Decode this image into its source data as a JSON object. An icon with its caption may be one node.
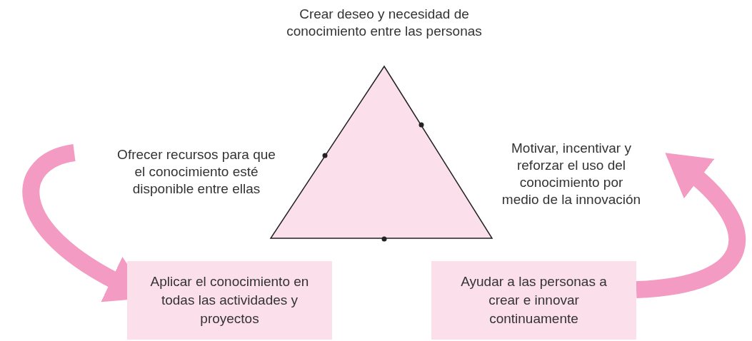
{
  "diagram": {
    "nodes": [
      {
        "text": [],
        "shape": "triangle"
      },
      {
        "text": [
          "Aplicar el conocimiento en todas las actividades y proyectos"
        ]
      },
      {
        "text": [
          "Ayudar a las personas a crear e innovar continuamente"
        ]
      }
    ],
    "edges": [
      {
        "from": null,
        "to": 1,
        "arrow": "to"
      },
      {
        "from": 2,
        "to": null,
        "arrow": "to"
      }
    ],
    "labels": [
      "Crear deseo y necesidad de conocimiento entre las personas",
      "Ofrecer recursos para que el conocimiento esté disponible entre ellas",
      "Motivar, incentivar y reforzar el uso del conocimiento por medio de la innovación"
    ]
  }
}
